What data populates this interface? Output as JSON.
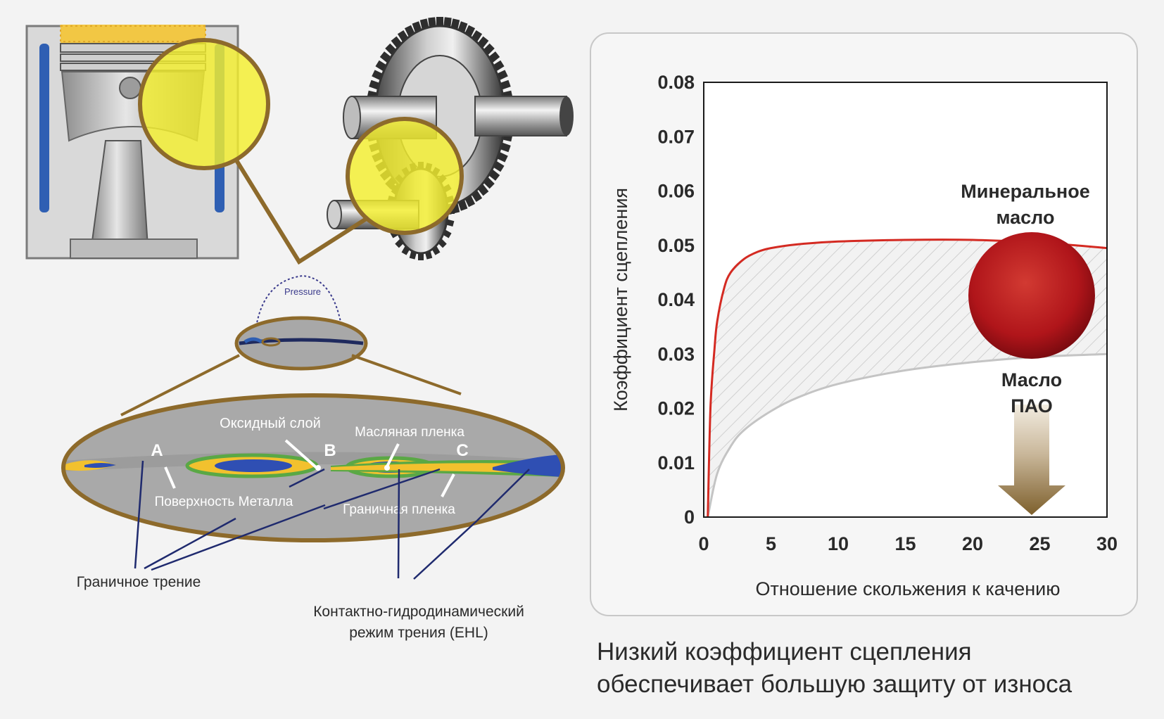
{
  "diagram": {
    "pressure_label": "Pressure",
    "zone_a": "A",
    "zone_b": "B",
    "zone_c": "C",
    "oxide_layer": "Оксидный слой",
    "oil_film": "Масляная пленка",
    "metal_surface": "Поверхность Металла",
    "boundary_film": "Граничная пленка",
    "boundary_friction": "Граничное трение",
    "ehl_line1": "Контактно-гидродинамический",
    "ehl_line2": "режим трения (EHL)"
  },
  "chart_data": {
    "type": "line",
    "title": "",
    "xlabel": "Отношение скольжения к качению",
    "ylabel": "Коэффициент сцепления",
    "xlim": [
      0,
      30
    ],
    "ylim": [
      0,
      0.08
    ],
    "x_ticks": [
      "0",
      "5",
      "10",
      "15",
      "20",
      "25",
      "30"
    ],
    "y_ticks": [
      "0",
      "0.01",
      "0.02",
      "0.03",
      "0.04",
      "0.05",
      "0.06",
      "0.07",
      "0.08"
    ],
    "x_tick_values": [
      0,
      5,
      10,
      15,
      20,
      25,
      30
    ],
    "y_tick_values": [
      0,
      0.01,
      0.02,
      0.03,
      0.04,
      0.05,
      0.06,
      0.07,
      0.08
    ],
    "series": [
      {
        "name": "Минеральное масло",
        "color": "#d42a22",
        "x": [
          0.3,
          0.5,
          0.8,
          1,
          1.5,
          2,
          3,
          4,
          5,
          7,
          10,
          15,
          20,
          25,
          30
        ],
        "y": [
          0,
          0.02,
          0.031,
          0.036,
          0.042,
          0.045,
          0.0475,
          0.0488,
          0.0495,
          0.0502,
          0.0507,
          0.051,
          0.051,
          0.0505,
          0.0495
        ]
      },
      {
        "name": "Масло ПАО",
        "color": "#c4c4c4",
        "x": [
          0.3,
          1,
          2,
          3,
          5,
          7,
          10,
          15,
          20,
          25,
          30
        ],
        "y": [
          0,
          0.008,
          0.013,
          0.016,
          0.0195,
          0.022,
          0.0245,
          0.027,
          0.0285,
          0.0295,
          0.03
        ]
      }
    ],
    "annotation_mineral_line1": "Минеральное",
    "annotation_mineral_line2": "масло",
    "annotation_pao_line1": "Масло",
    "annotation_pao_line2": "ПАО",
    "colors": {
      "mineral": "#d42a22",
      "pao": "#c4c4c4",
      "ball": "#b71c1c",
      "arrow": "#8a6d3b"
    }
  },
  "caption": {
    "line1": "Низкий коэффициент сцепления",
    "line2": "обеспечивает большую защиту от износа"
  }
}
